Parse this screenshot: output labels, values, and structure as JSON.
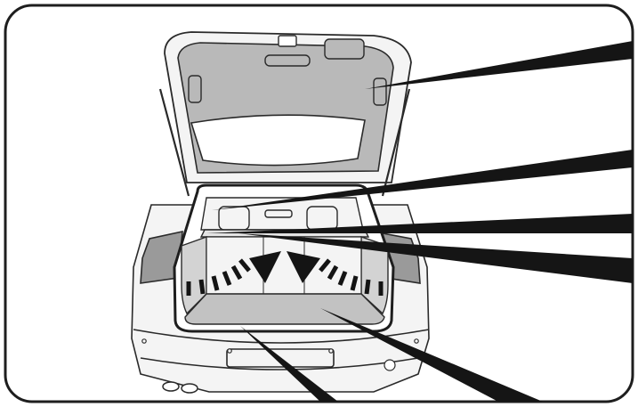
{
  "illustration": {
    "subject": "car-rear-open-tailgate-cargo-area",
    "colors": {
      "background": "#ffffff",
      "frame": "#1e1e1e",
      "outline": "#2a2a2a",
      "car_body": "#f4f4f4",
      "tailgate_panel": "#b9b9b9",
      "cargo_floor": "#c2c2c2",
      "cargo_side": "#d3d3d3",
      "taillight": "#9a9a9a",
      "callout_line": "#151515",
      "arrow": "#141414"
    },
    "callouts": {
      "count": 6
    },
    "indicators": {
      "arrow_count": 2,
      "tick_marks_per_side": 6
    }
  }
}
